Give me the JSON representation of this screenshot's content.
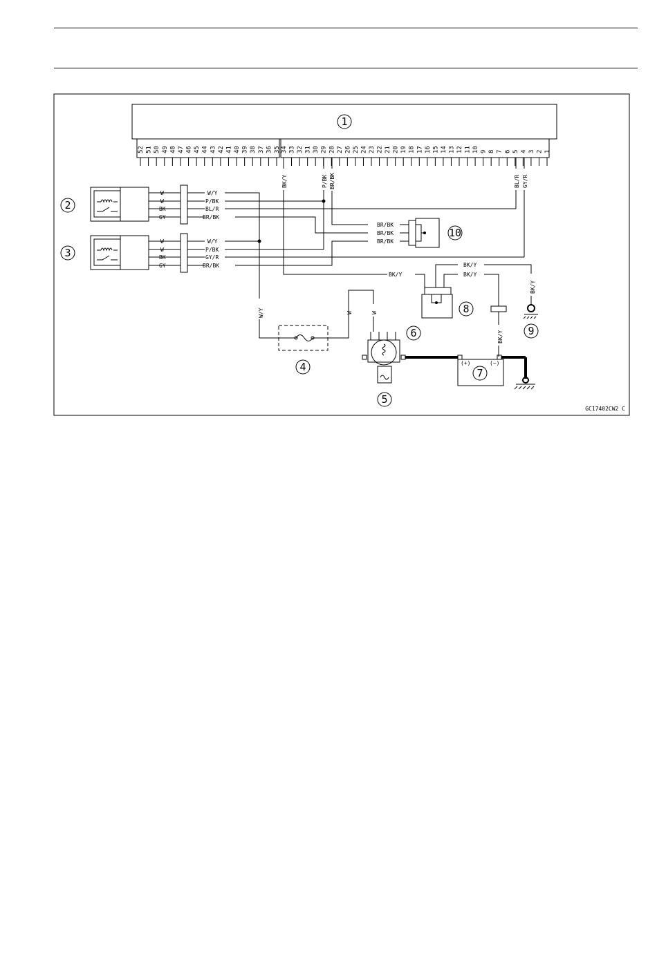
{
  "ecu": {
    "callout": "1",
    "pins_left": [
      "52",
      "51",
      "50",
      "49",
      "48",
      "47",
      "46",
      "45",
      "44",
      "43",
      "42",
      "41",
      "40",
      "39",
      "38",
      "37",
      "36",
      "35"
    ],
    "pins_right": [
      "34",
      "33",
      "32",
      "31",
      "30",
      "29",
      "28",
      "27",
      "26",
      "25",
      "24",
      "23",
      "22",
      "21",
      "20",
      "19",
      "18",
      "17",
      "16",
      "15",
      "14",
      "13",
      "12",
      "11",
      "10",
      "9",
      "8",
      "7",
      "6",
      "5",
      "4",
      "3",
      "2",
      "1"
    ]
  },
  "components": {
    "c2": "2",
    "c3": "3",
    "c4": "4",
    "c5": "5",
    "c6": "6",
    "c7": "7",
    "c8": "8",
    "c9": "9",
    "c10": "10"
  },
  "battery": {
    "plus": "(+)",
    "minus": "(−)"
  },
  "wires": {
    "ecu_bky": "BK/Y",
    "ecu_pbk": "P/BK",
    "ecu_brbk": "BR/BK",
    "ecu_blr": "BL/R",
    "ecu_gyr": "GY/R",
    "r2_w1": "W",
    "r2_w2": "W",
    "r2_bk": "BK",
    "r2_gy": "GY",
    "r2_wy": "W/Y",
    "r2_pbk": "P/BK",
    "r2_blr": "BL/R",
    "r2_brbk": "BR/BK",
    "r3_w1": "W",
    "r3_w2": "W",
    "r3_bk": "BK",
    "r3_gy": "GY",
    "r3_wy": "W/Y",
    "r3_pbk": "P/BK",
    "r3_gyr": "GY/R",
    "r3_brbk": "BR/BK",
    "c10_1": "BR/BK",
    "c10_2": "BR/BK",
    "c10_3": "BR/BK",
    "c8_bky": "BK/Y",
    "c8_top": "BK/Y",
    "c8_mid": "BK/Y",
    "c9_bky": "BK/Y",
    "fuse_wy": "W/Y",
    "w5_a": "W",
    "w5_b": "W",
    "bat_bky": "BK/Y"
  },
  "figure_code": "GC17402CW2  C"
}
